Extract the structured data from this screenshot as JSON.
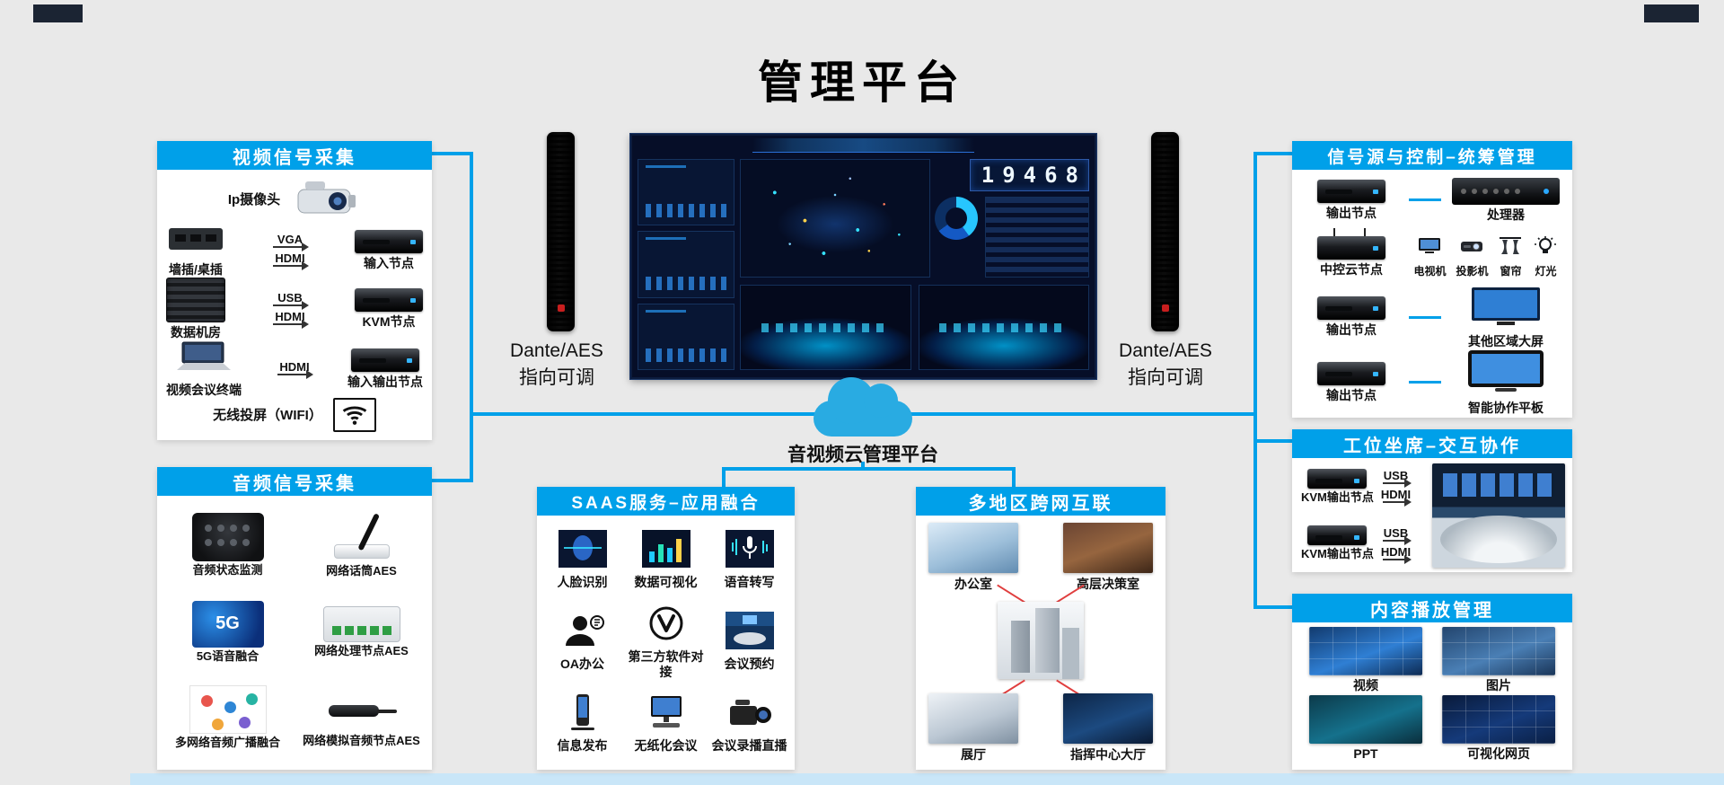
{
  "title": "管理平台",
  "cloud_label": "音视频云管理平台",
  "speaker_left": {
    "line1": "Dante/AES",
    "line2": "指向可调"
  },
  "speaker_right": {
    "line1": "Dante/AES",
    "line2": "指向可调"
  },
  "dashboard": {
    "big_number": "19468"
  },
  "video_capture": {
    "title": "视频信号采集",
    "camera_label": "Ip摄像头",
    "rows": [
      {
        "left": "墙插/桌插",
        "arrows": [
          "VGA",
          "HDMI"
        ],
        "right": "输入节点"
      },
      {
        "left": "数据机房",
        "arrows": [
          "USB",
          "HDMI"
        ],
        "right": "KVM节点"
      },
      {
        "left": "视频会议终端",
        "arrows": [
          "HDMI"
        ],
        "right": "输入输出节点"
      }
    ],
    "wireless_label": "无线投屏（WIFI）"
  },
  "audio_capture": {
    "title": "音频信号采集",
    "items": [
      {
        "label": "音频状态监测"
      },
      {
        "label": "网络话筒AES"
      },
      {
        "label": "5G语音融合",
        "icon_text": "5G"
      },
      {
        "label": "网络处理节点AES"
      },
      {
        "label": "多网络音频广播融合"
      },
      {
        "label": "网络模拟音频节点AES"
      }
    ]
  },
  "saas": {
    "title": "SAAS服务–应用融合",
    "items": [
      {
        "label": "人脸识别"
      },
      {
        "label": "数据可视化"
      },
      {
        "label": "语音转写"
      },
      {
        "label": "OA办公"
      },
      {
        "label": "第三方软件对接"
      },
      {
        "label": "会议预约"
      },
      {
        "label": "信息发布"
      },
      {
        "label": "无纸化会议"
      },
      {
        "label": "会议录播直播"
      }
    ]
  },
  "multi_region": {
    "title": "多地区跨网互联",
    "items": [
      {
        "label": "办公室"
      },
      {
        "label": "高层决策室"
      },
      {
        "label": "展厅"
      },
      {
        "label": "指挥中心大厅"
      }
    ]
  },
  "signal_control": {
    "title": "信号源与控制–统筹管理",
    "rows": [
      {
        "left": "输出节点",
        "right": "处理器"
      },
      {
        "left": "中控云节点",
        "right_items": [
          "电视机",
          "投影机",
          "窗帘",
          "灯光"
        ]
      },
      {
        "left": "输出节点",
        "right": "其他区域大屏"
      },
      {
        "left": "输出节点",
        "right": "智能协作平板"
      }
    ]
  },
  "workstation": {
    "title": "工位坐席–交互协作",
    "nodes": [
      {
        "label": "KVM输出节点",
        "arrows": [
          "USB",
          "HDMI"
        ]
      },
      {
        "label": "KVM输出节点",
        "arrows": [
          "USB",
          "HDMI"
        ]
      }
    ]
  },
  "content_playback": {
    "title": "内容播放管理",
    "items": [
      {
        "label": "视频"
      },
      {
        "label": "图片"
      },
      {
        "label": "PPT"
      },
      {
        "label": "可视化网页"
      }
    ]
  }
}
